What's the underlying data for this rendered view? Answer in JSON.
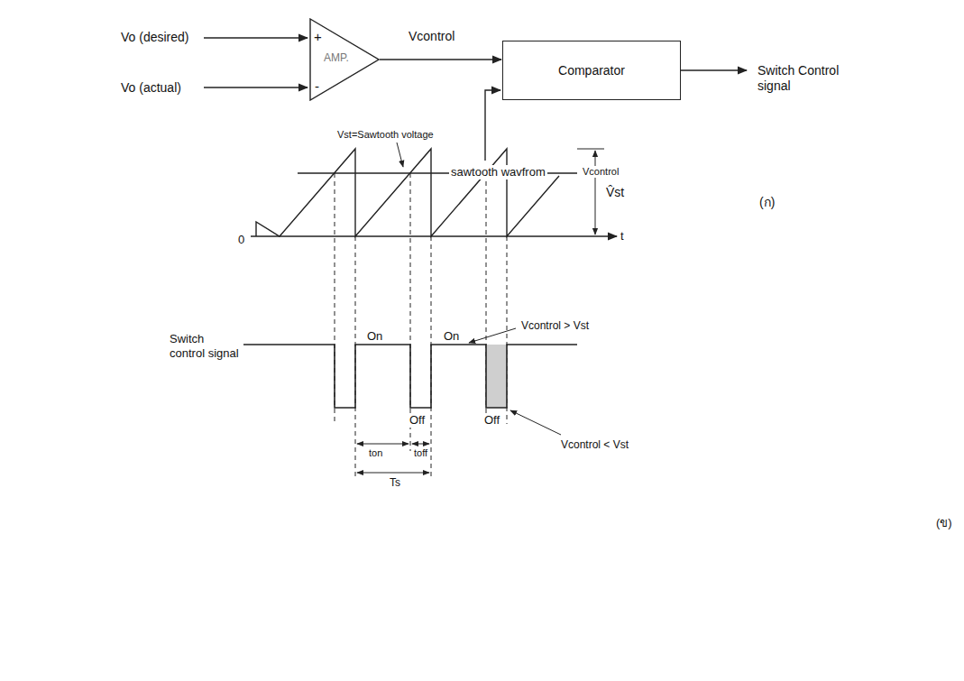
{
  "diagram": {
    "nodes": [
      {
        "text": [
          "+",
          "-",
          "AMP."
        ]
      },
      {
        "text": [
          "Comparator"
        ]
      }
    ],
    "edges": [
      {
        "from": 0,
        "to": 1,
        "arrow": "to",
        "label": "Vcontrol"
      }
    ],
    "labels": [
      "Vo (desired)",
      "Vo (actual)",
      "sawtooth wavfrom",
      "Switch Control signal",
      "(ก)",
      "Vst=Sawtooth voltage",
      "Vcontrol",
      "V̂st",
      "0",
      "t",
      "Switch control signal",
      "On",
      "On",
      "Vcontrol > Vst",
      "Off",
      "Off",
      "Vcontrol < Vst",
      "ton",
      "toff",
      "Ts",
      "(ข)"
    ]
  }
}
